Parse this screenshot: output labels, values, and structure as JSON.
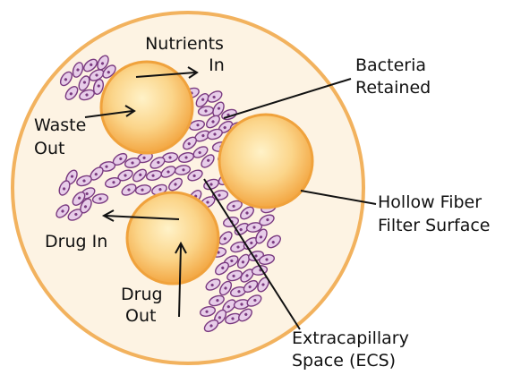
{
  "labels": {
    "nutrients_in_line1": "Nutrients",
    "nutrients_in_line2": "In",
    "waste_out_line1": "Waste",
    "waste_out_line2": "Out",
    "bacteria_retained_line1": "Bacteria",
    "bacteria_retained_line2": "Retained",
    "hollow_fiber_line1": "Hollow Fiber",
    "hollow_fiber_line2": "Filter Surface",
    "drug_in": "Drug In",
    "drug_out_line1": "Drug",
    "drug_out_line2": "Out",
    "ecs_line1": "Extracapillary",
    "ecs_line2": "Space (ECS)"
  },
  "colors": {
    "cartridge_fill": "#fdf3e3",
    "cartridge_stroke": "#f2b25e",
    "fiber_center": "#fff2c8",
    "fiber_edge": "#f3a743",
    "bacteria_fill": "#e7cde9",
    "bacteria_stroke": "#7a3a80",
    "text": "#111111"
  }
}
